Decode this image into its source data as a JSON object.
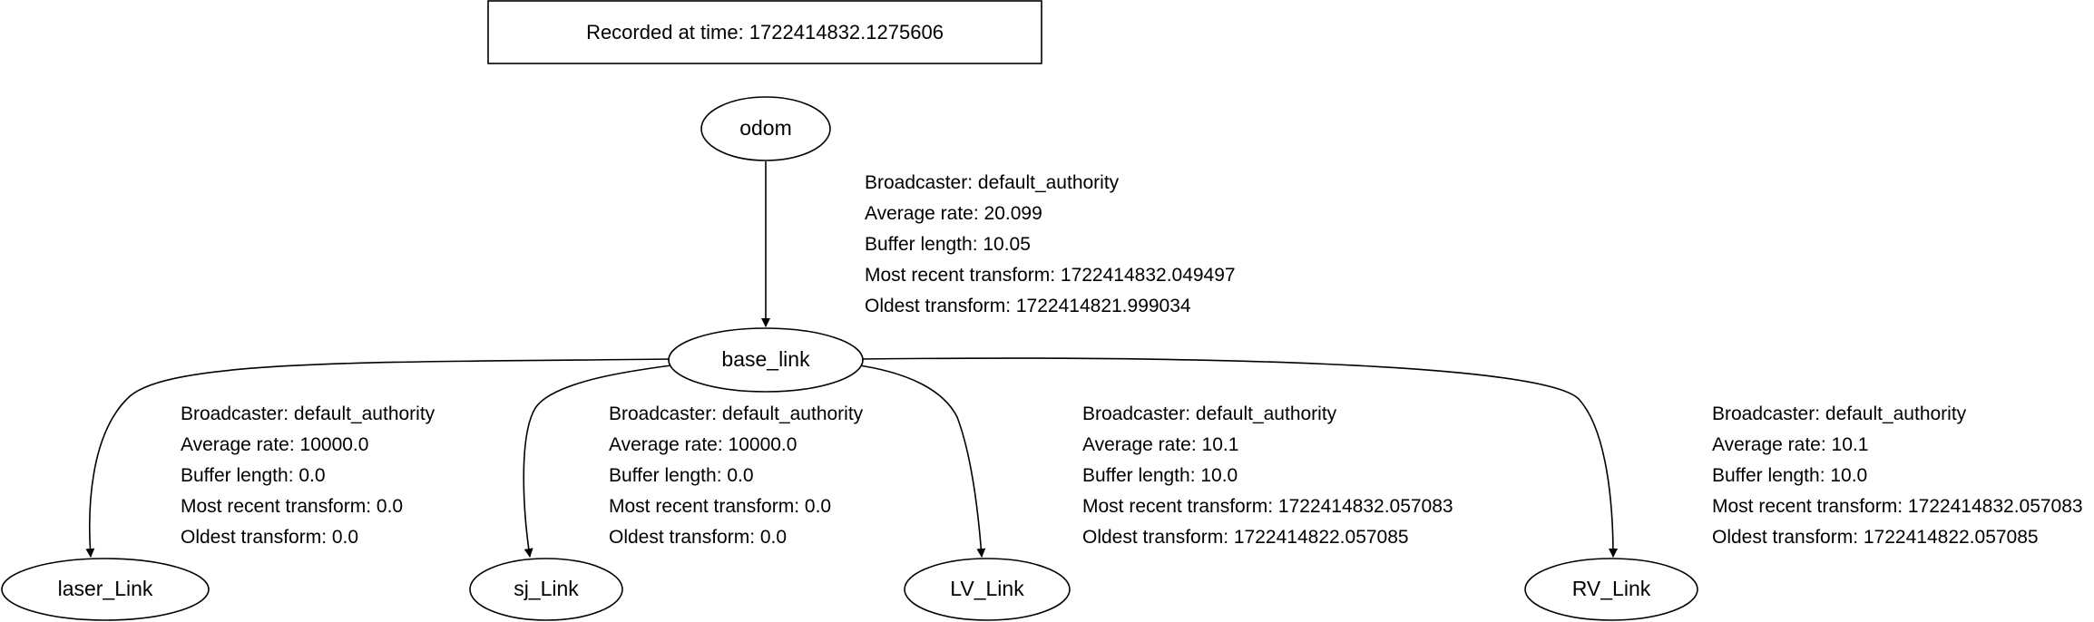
{
  "header": {
    "recorded_label": "Recorded at time: 1722414832.1275606"
  },
  "nodes": {
    "odom": "odom",
    "base_link": "base_link",
    "laser_link": "laser_Link",
    "sj_link": "sj_Link",
    "lv_link": "LV_Link",
    "rv_link": "RV_Link"
  },
  "edges": {
    "odom_to_base_link": {
      "broadcaster": "Broadcaster: default_authority",
      "average_rate": "Average rate: 20.099",
      "buffer_length": "Buffer length: 10.05",
      "most_recent": "Most recent transform: 1722414832.049497",
      "oldest": "Oldest transform: 1722414821.999034"
    },
    "base_link_to_laser_link": {
      "broadcaster": "Broadcaster: default_authority",
      "average_rate": "Average rate: 10000.0",
      "buffer_length": "Buffer length: 0.0",
      "most_recent": "Most recent transform: 0.0",
      "oldest": "Oldest transform: 0.0"
    },
    "base_link_to_sj_link": {
      "broadcaster": "Broadcaster: default_authority",
      "average_rate": "Average rate: 10000.0",
      "buffer_length": "Buffer length: 0.0",
      "most_recent": "Most recent transform: 0.0",
      "oldest": "Oldest transform: 0.0"
    },
    "base_link_to_lv_link": {
      "broadcaster": "Broadcaster: default_authority",
      "average_rate": "Average rate: 10.1",
      "buffer_length": "Buffer length: 10.0",
      "most_recent": "Most recent transform: 1722414832.057083",
      "oldest": "Oldest transform: 1722414822.057085"
    },
    "base_link_to_rv_link": {
      "broadcaster": "Broadcaster: default_authority",
      "average_rate": "Average rate: 10.1",
      "buffer_length": "Buffer length: 10.0",
      "most_recent": "Most recent transform: 1722414832.057083",
      "oldest": "Oldest transform: 1722414822.057085"
    }
  }
}
